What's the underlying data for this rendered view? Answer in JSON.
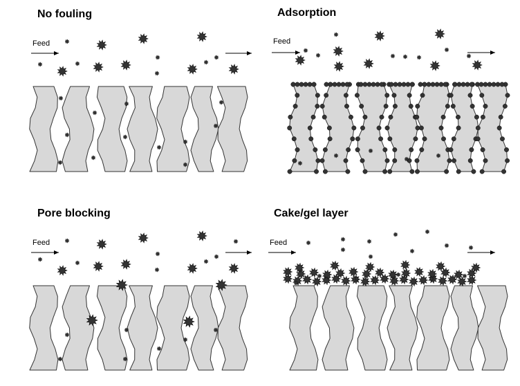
{
  "panels": [
    {
      "id": "no-fouling",
      "title": "No fouling",
      "feed_label": "Feed"
    },
    {
      "id": "adsorption",
      "title": "Adsorption",
      "feed_label": "Feed"
    },
    {
      "id": "pore-blocking",
      "title": "Pore blocking",
      "feed_label": "Feed"
    },
    {
      "id": "cake-gel-layer",
      "title": "Cake/gel layer",
      "feed_label": "Feed"
    }
  ],
  "colors": {
    "membrane": "#d8d8d8",
    "outline": "#333333",
    "particle": "#333333"
  }
}
